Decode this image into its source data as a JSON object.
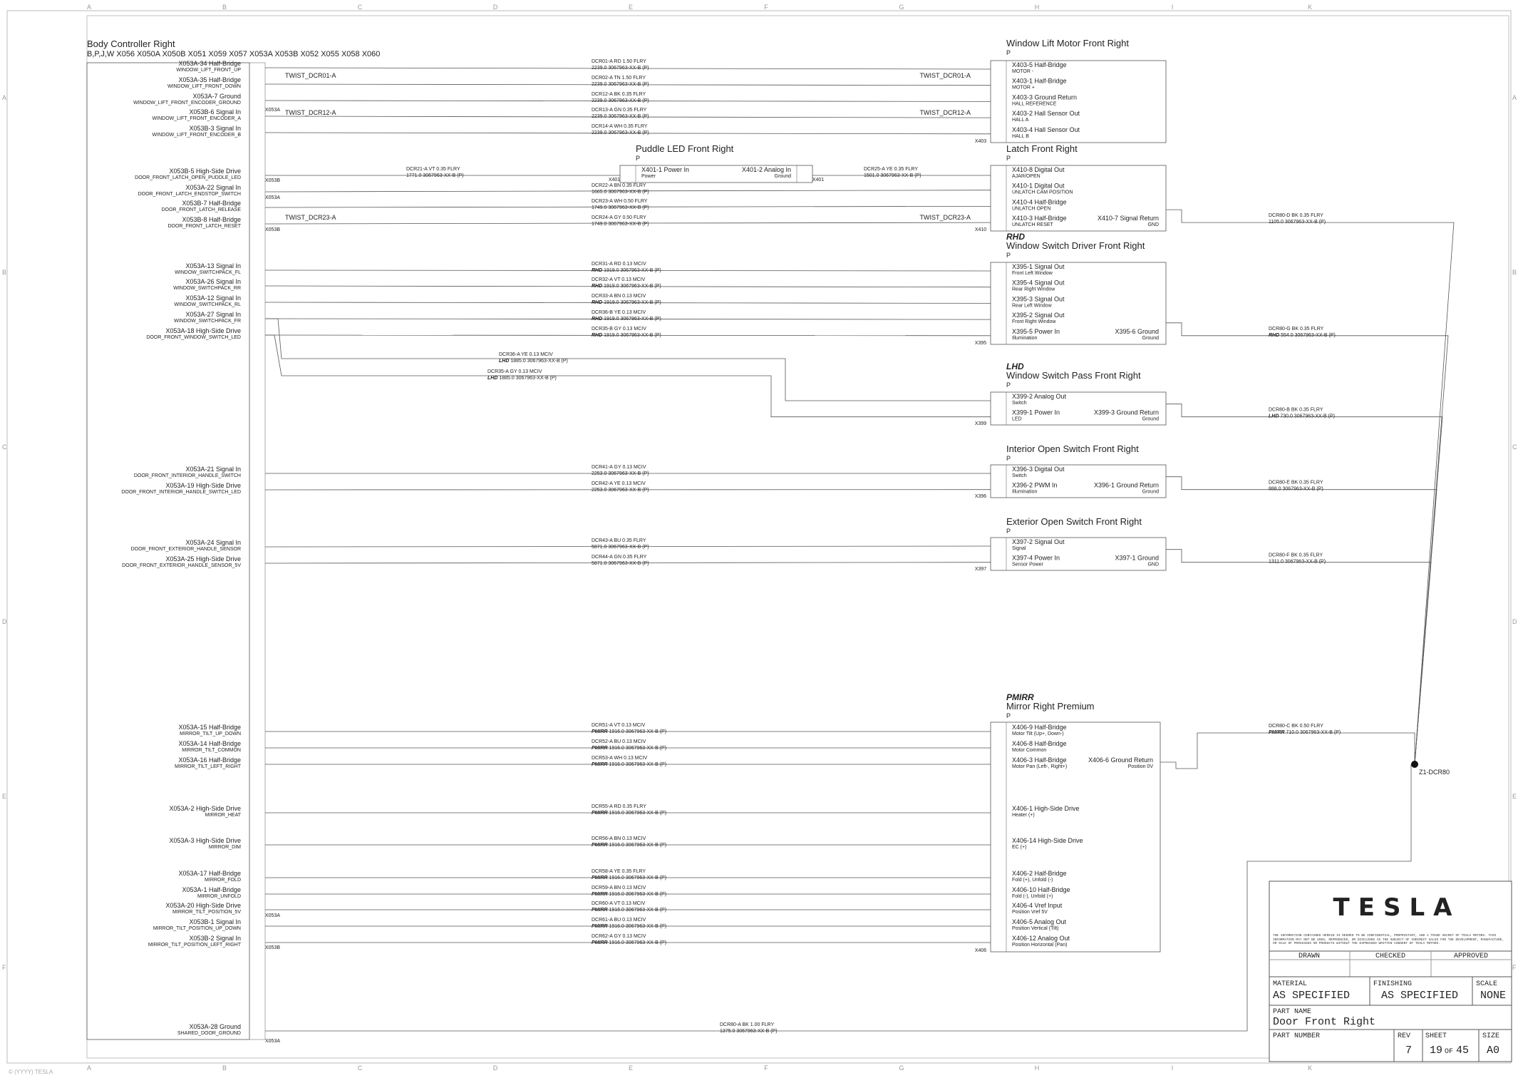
{
  "grid": {
    "cols": [
      "A",
      "B",
      "C",
      "D",
      "E",
      "F",
      "G",
      "H",
      "I",
      "K"
    ],
    "rows": [
      "A",
      "B",
      "C",
      "D",
      "E",
      "F"
    ]
  },
  "controller": {
    "title": "Body Controller Right",
    "subtitle": "B,P,J,W      X056  X050A  X050B   X051  X059  X057  X053A  X053B  X052  X055  X058  X060",
    "pins": [
      {
        "pin": "X053A-34 Half-Bridge",
        "fn": "WINDOW_LIFT_FRONT_UP"
      },
      {
        "pin": "X053A-35 Half-Bridge",
        "fn": "WINDOW_LIFT_FRONT_DOWN"
      },
      {
        "pin": "X053A-7 Ground",
        "fn": "WINDOW_LIFT_FRONT_ENCODER_GROUND"
      },
      {
        "pin": "X053B-6 Signal In",
        "fn": "WINDOW_LIFT_FRONT_ENCODER_A"
      },
      {
        "pin": "X053B-3 Signal In",
        "fn": "WINDOW_LIFT_FRONT_ENCODER_B"
      },
      {
        "pin": "X053B-5 High-Side Drive",
        "fn": "DOOR_FRONT_LATCH_OPEN_PUDDLE_LED"
      },
      {
        "pin": "X053A-22 Signal In",
        "fn": "DOOR_FRONT_LATCH_ENDSTOP_SWITCH"
      },
      {
        "pin": "X053B-7 Half-Bridge",
        "fn": "DOOR_FRONT_LATCH_RELEASE"
      },
      {
        "pin": "X053B-8 Half-Bridge",
        "fn": "DOOR_FRONT_LATCH_RESET"
      },
      {
        "pin": "X053A-13 Signal In",
        "fn": "WINDOW_SWITCHPACK_FL"
      },
      {
        "pin": "X053A-26 Signal In",
        "fn": "WINDOW_SWITCHPACK_RR"
      },
      {
        "pin": "X053A-12 Signal In",
        "fn": "WINDOW_SWITCHPACK_RL"
      },
      {
        "pin": "X053A-27 Signal In",
        "fn": "WINDOW_SWITCHPACK_FR"
      },
      {
        "pin": "X053A-18 High-Side Drive",
        "fn": "DOOR_FRONT_WINDOW_SWITCH_LED"
      },
      {
        "pin": "X053A-21 Signal In",
        "fn": "DOOR_FRONT_INTERIOR_HANDLE_SWITCH"
      },
      {
        "pin": "X053A-19 High-Side Drive",
        "fn": "DOOR_FRONT_INTERIOR_HANDLE_SWITCH_LED"
      },
      {
        "pin": "X053A-24 Signal In",
        "fn": "DOOR_FRONT_EXTERIOR_HANDLE_SENSOR"
      },
      {
        "pin": "X053A-25 High-Side Drive",
        "fn": "DOOR_FRONT_EXTERIOR_HANDLE_SENSOR_5V"
      },
      {
        "pin": "X053A-15 Half-Bridge",
        "fn": "MIRROR_TILT_UP_DOWN"
      },
      {
        "pin": "X053A-14 Half-Bridge",
        "fn": "MIRROR_TILT_COMMON"
      },
      {
        "pin": "X053A-16 Half-Bridge",
        "fn": "MIRROR_TILT_LEFT_RIGHT"
      },
      {
        "pin": "X053A-2 High-Side Drive",
        "fn": "MIRROR_HEAT"
      },
      {
        "pin": "X053A-3 High-Side Drive",
        "fn": "MIRROR_DIM"
      },
      {
        "pin": "X053A-17 Half-Bridge",
        "fn": "MIRROR_FOLD"
      },
      {
        "pin": "X053A-1 Half-Bridge",
        "fn": "MIRROR_UNFOLD"
      },
      {
        "pin": "X053A-20 High-Side Drive",
        "fn": "MIRROR_TILT_POSITION_5V"
      },
      {
        "pin": "X053B-1 Signal In",
        "fn": "MIRROR_TILT_POSITION_UP_DOWN"
      },
      {
        "pin": "X053B-2 Signal In",
        "fn": "MIRROR_TILT_POSITION_LEFT_RIGHT"
      },
      {
        "pin": "X053A-28 Ground",
        "fn": "SHARED_DOOR_GROUND"
      }
    ]
  },
  "wires": [
    {
      "id": "DCR01-A",
      "col": "RD",
      "gauge": "1.50",
      "type": "FLRY",
      "len": "2239.0",
      "part": "3067963-XX-B (P)"
    },
    {
      "id": "DCR02-A",
      "col": "TN",
      "gauge": "1.50",
      "type": "FLRY",
      "len": "2239.0",
      "part": "3067963-XX-B (P)"
    },
    {
      "id": "DCR12-A",
      "col": "BK",
      "gauge": "0.35",
      "type": "FLRY",
      "len": "2239.0",
      "part": "3067963-XX-B (P)"
    },
    {
      "id": "DCR13-A",
      "col": "GN",
      "gauge": "0.35",
      "type": "FLRY",
      "len": "2239.0",
      "part": "3067963-XX-B (P)"
    },
    {
      "id": "DCR14-A",
      "col": "WH",
      "gauge": "0.35",
      "type": "FLRY",
      "len": "2239.0",
      "part": "3067963-XX-B (P)"
    },
    {
      "id": "DCR21-A",
      "col": "VT",
      "gauge": "0.35",
      "type": "FLRY",
      "len": "1771.0",
      "part": "3067963-XX-B (P)"
    },
    {
      "id": "DCR22-A",
      "col": "BN",
      "gauge": "0.35",
      "type": "FLRY",
      "len": "1665.0",
      "part": "3067963-XX-B (P)"
    },
    {
      "id": "DCR23-A",
      "col": "WH",
      "gauge": "0.50",
      "type": "FLRY",
      "len": "1749.0",
      "part": "3067963-XX-B (P)"
    },
    {
      "id": "DCR24-A",
      "col": "GY",
      "gauge": "0.50",
      "type": "FLRY",
      "len": "1749.0",
      "part": "3067963-XX-B (P)"
    },
    {
      "id": "DCR31-A",
      "col": "RD",
      "gauge": "0.13",
      "type": "MCIV",
      "len": "1919.0",
      "part": "3067963-XX-B (P)",
      "opt": "RHD"
    },
    {
      "id": "DCR32-A",
      "col": "VT",
      "gauge": "0.13",
      "type": "MCIV",
      "len": "1919.0",
      "part": "3067963-XX-B (P)",
      "opt": "RHD"
    },
    {
      "id": "DCR33-A",
      "col": "BN",
      "gauge": "0.13",
      "type": "MCIV",
      "len": "1919.0",
      "part": "3067963-XX-B (P)",
      "opt": "RHD"
    },
    {
      "id": "DCR36-B",
      "col": "YE",
      "gauge": "0.13",
      "type": "MCIV",
      "len": "1919.0",
      "part": "3067963-XX-B (P)",
      "opt": "RHD"
    },
    {
      "id": "DCR35-B",
      "col": "GY",
      "gauge": "0.13",
      "type": "MCIV",
      "len": "1919.0",
      "part": "3067963-XX-B (P)",
      "opt": "RHD"
    },
    {
      "id": "DCR41-A",
      "col": "GY",
      "gauge": "0.13",
      "type": "MCIV",
      "len": "2253.0",
      "part": "3067963-XX-B (P)"
    },
    {
      "id": "DCR42-A",
      "col": "YE",
      "gauge": "0.13",
      "type": "MCIV",
      "len": "2253.0",
      "part": "3067963-XX-B (P)"
    },
    {
      "id": "DCR43-A",
      "col": "BU",
      "gauge": "0.35",
      "type": "FLRY",
      "len": "5871.0",
      "part": "3067963-XX-B (P)"
    },
    {
      "id": "DCR44-A",
      "col": "GN",
      "gauge": "0.35",
      "type": "FLRY",
      "len": "5871.0",
      "part": "3067963-XX-B (P)"
    },
    {
      "id": "DCR51-A",
      "col": "VT",
      "gauge": "0.13",
      "type": "MCIV",
      "len": "1916.0",
      "part": "3067963-XX-B (P)",
      "opt": "PMIRR"
    },
    {
      "id": "DCR52-A",
      "col": "BU",
      "gauge": "0.13",
      "type": "MCIV",
      "len": "1916.0",
      "part": "3067963-XX-B (P)",
      "opt": "PMIRR"
    },
    {
      "id": "DCR53-A",
      "col": "WH",
      "gauge": "0.13",
      "type": "MCIV",
      "len": "1916.0",
      "part": "3067963-XX-B (P)",
      "opt": "PMIRR"
    },
    {
      "id": "DCR55-A",
      "col": "RD",
      "gauge": "0.35",
      "type": "FLRY",
      "len": "1916.0",
      "part": "3067963-XX-B (P)",
      "opt": "PMIRR"
    },
    {
      "id": "DCR56-A",
      "col": "BN",
      "gauge": "0.13",
      "type": "MCIV",
      "len": "1916.0",
      "part": "3067963-XX-B (P)",
      "opt": "PMIRR"
    },
    {
      "id": "DCR58-A",
      "col": "YE",
      "gauge": "0.35",
      "type": "FLRY",
      "len": "1916.0",
      "part": "3067963-XX-B (P)",
      "opt": "PMIRR"
    },
    {
      "id": "DCR59-A",
      "col": "BN",
      "gauge": "0.13",
      "type": "MCIV",
      "len": "1916.0",
      "part": "3067963-XX-B (P)",
      "opt": "PMIRR"
    },
    {
      "id": "DCR60-A",
      "col": "VT",
      "gauge": "0.13",
      "type": "MCIV",
      "len": "1916.0",
      "part": "3067963-XX-B (P)",
      "opt": "PMIRR"
    },
    {
      "id": "DCR61-A",
      "col": "BU",
      "gauge": "0.13",
      "type": "MCIV",
      "len": "1916.0",
      "part": "3067963-XX-B (P)",
      "opt": "PMIRR"
    },
    {
      "id": "DCR62-A",
      "col": "GY",
      "gauge": "0.13",
      "type": "MCIV",
      "len": "1916.0",
      "part": "3067963-XX-B (P)",
      "opt": "PMIRR"
    },
    {
      "id": "DCR80-A",
      "col": "BK",
      "gauge": "1.00",
      "type": "FLRY",
      "len": "1375.0",
      "part": "3067963-XX-B (P)"
    }
  ],
  "lhd_wires": [
    {
      "id": "DCR36-A",
      "col": "YE",
      "gauge": "0.13",
      "type": "MCIV",
      "len": "1885.0",
      "part": "3067963-XX-B (P)",
      "opt": "LHD"
    },
    {
      "id": "DCR35-A",
      "col": "GY",
      "gauge": "0.13",
      "type": "MCIV",
      "len": "1885.0",
      "part": "3067963-XX-B (P)",
      "opt": "LHD"
    }
  ],
  "twists": [
    "TWIST_DCR01-A",
    "TWIST_DCR12-A",
    "TWIST_DCR23-A"
  ],
  "puddle": {
    "title": "Puddle LED Front Right",
    "sub": "P",
    "pin1": "X401-1 Power In",
    "pin1sub": "Power",
    "pin2": "X401-2 Analog In",
    "pin2sub": "Ground",
    "conn": "X401",
    "wire": {
      "id": "DCR25-A",
      "col": "YE",
      "gauge": "0.35",
      "type": "FLRY",
      "len": "1501.0",
      "part": "3067963-XX-B (P)"
    }
  },
  "components": [
    {
      "opt": "",
      "title": "Window Lift Motor Front Right",
      "sub": "P",
      "conn": "X403",
      "pins": [
        [
          "X403-5 Half-Bridge",
          "MOTOR -"
        ],
        [
          "X403-1 Half-Bridge",
          "MOTOR +"
        ],
        [
          "X403-3 Ground Return",
          "HALL REFERENCE"
        ],
        [
          "X403-2 Hall Sensor Out",
          "HALL A"
        ],
        [
          "X403-4 Hall Sensor Out",
          "HALL B"
        ]
      ]
    },
    {
      "opt": "",
      "title": "Latch Front Right",
      "sub": "P",
      "conn": "X410",
      "pins": [
        [
          "X410-8 Digital Out",
          "AJAR/OPEN"
        ],
        [
          "X410-1 Digital Out",
          "UNLATCH CAM POSITION"
        ],
        [
          "X410-4 Half-Bridge",
          "UNLATCH OPEN"
        ],
        [
          "X410-3 Half-Bridge",
          "UNLATCH RESET"
        ]
      ],
      "gnd": [
        "X410-7 Signal Return",
        "GND"
      ]
    },
    {
      "opt": "RHD",
      "title": "Window Switch Driver Front Right",
      "sub": "P",
      "conn": "X395",
      "pins": [
        [
          "X395-1 Signal Out",
          "Front Left Window"
        ],
        [
          "X395-4 Signal Out",
          "Rear Right Window"
        ],
        [
          "X395-3 Signal Out",
          "Rear Left Window"
        ],
        [
          "X395-2 Signal Out",
          "Front Right Window"
        ],
        [
          "X395-5 Power In",
          "Illumination"
        ]
      ],
      "gnd": [
        "X395-6 Ground",
        "Ground"
      ]
    },
    {
      "opt": "LHD",
      "title": "Window Switch Pass Front Right",
      "sub": "P",
      "conn": "X399",
      "pins": [
        [
          "X399-2 Analog Out",
          "Switch"
        ],
        [
          "X399-1 Power In",
          "LED"
        ]
      ],
      "gnd": [
        "X399-3 Ground Return",
        "Ground"
      ]
    },
    {
      "opt": "",
      "title": "Interior Open Switch Front Right",
      "sub": "P",
      "conn": "X396",
      "pins": [
        [
          "X396-3 Digital Out",
          "Switch"
        ],
        [
          "X396-2 PWM In",
          "Illumination"
        ]
      ],
      "gnd": [
        "X396-1 Ground Return",
        "Ground"
      ]
    },
    {
      "opt": "",
      "title": "Exterior Open Switch Front Right",
      "sub": "P",
      "conn": "X397",
      "pins": [
        [
          "X397-2 Signal Out",
          "Signal"
        ],
        [
          "X397-4 Power In",
          "Sensor Power"
        ]
      ],
      "gnd": [
        "X397-1 Ground",
        "GND"
      ]
    },
    {
      "opt": "PMIRR",
      "title": "Mirror Right Premium",
      "sub": "P",
      "conn": "X406",
      "pins": [
        [
          "X406-9 Half-Bridge",
          "Motor Tilt (Up+, Down-)"
        ],
        [
          "X406-8 Half-Bridge",
          "Motor Common"
        ],
        [
          "X406-3 Half-Bridge",
          "Motor Pan (Left-, Right+)"
        ],
        [
          "X406-1 High-Side Drive",
          "Heater (+)"
        ],
        [
          "X406-14 High-Side Drive",
          "EC (+)"
        ],
        [
          "X406-2 Half-Bridge",
          "Fold (+), Unfold (-)"
        ],
        [
          "X406-10 Half-Bridge",
          "Fold (-), Unfold (+)"
        ],
        [
          "X406-4 Vref Input",
          "Position Vref 5V"
        ],
        [
          "X406-5 Analog Out",
          "Position Vertical (Tilt)"
        ],
        [
          "X406-12 Analog Out",
          "Position Horizontal (Pan)"
        ]
      ],
      "gnd": [
        "X406-6 Ground Return",
        "Position 0V"
      ]
    }
  ],
  "ground_wires": [
    {
      "id": "DCR80-D",
      "col": "BK",
      "gauge": "0.35",
      "type": "FLRY",
      "len": "1105.0",
      "part": "3067963-XX-B (P)",
      "opt": ""
    },
    {
      "id": "DCR80-G",
      "col": "BK",
      "gauge": "0.35",
      "type": "FLRY",
      "len": "554.0",
      "part": "3067963-XX-B (P)",
      "opt": "RHD"
    },
    {
      "id": "DCR80-B",
      "col": "BK",
      "gauge": "0.35",
      "type": "FLRY",
      "len": "730.0",
      "part": "3067963-XX-B (P)",
      "opt": "LHD"
    },
    {
      "id": "DCR80-E",
      "col": "BK",
      "gauge": "0.35",
      "type": "FLRY",
      "len": "888.0",
      "part": "3067963-XX-B (P)",
      "opt": ""
    },
    {
      "id": "DCR80-F",
      "col": "BK",
      "gauge": "0.35",
      "type": "FLRY",
      "len": "1311.0",
      "part": "3067963-XX-B (P)",
      "opt": ""
    },
    {
      "id": "DCR80-C",
      "col": "BK",
      "gauge": "0.50",
      "type": "FLRY",
      "len": "710.0",
      "part": "3067963-XX-B (P)",
      "opt": "PMIRR"
    }
  ],
  "splice": "Z1-DCR80",
  "conn_tags": {
    "x053a": "X053A",
    "x053b": "X053B"
  },
  "titleblock": {
    "logo": "TESLA",
    "notice": "THE INFORMATION CONTAINED HEREIN IS DEEMED TO BE CONFIDENTIAL, PROPRIETARY, AND A TRADE SECRET OF TESLA MOTORS. THIS INFORMATION MAY NOT BE USED, REPRODUCED, OR DISCLOSED AS THE SUBJECT OF INDIRECT SALES FOR THE DEVELOPMENT, MANUFACTURE, OR SALE OF PROCESSES OR PRODUCTS WITHOUT THE EXPRESSED WRITTEN CONSENT OF TESLA MOTORS.",
    "drawn": "DRAWN",
    "checked": "CHECKED",
    "approved": "APPROVED",
    "material_label": "MATERIAL",
    "material": "AS SPECIFIED",
    "finishing_label": "FINISHING",
    "finishing": "AS SPECIFIED",
    "scale_label": "SCALE",
    "scale": "NONE",
    "part_name_label": "PART NAME",
    "part_name": "Door Front Right",
    "part_number_label": "PART NUMBER",
    "rev_label": "REV",
    "rev": "7",
    "sheet_label": "SHEET",
    "sheet": "19",
    "of": "OF",
    "sheet_total": "45",
    "size_label": "SIZE",
    "size": "A0"
  },
  "copyright": "© (YYYY) TESLA"
}
